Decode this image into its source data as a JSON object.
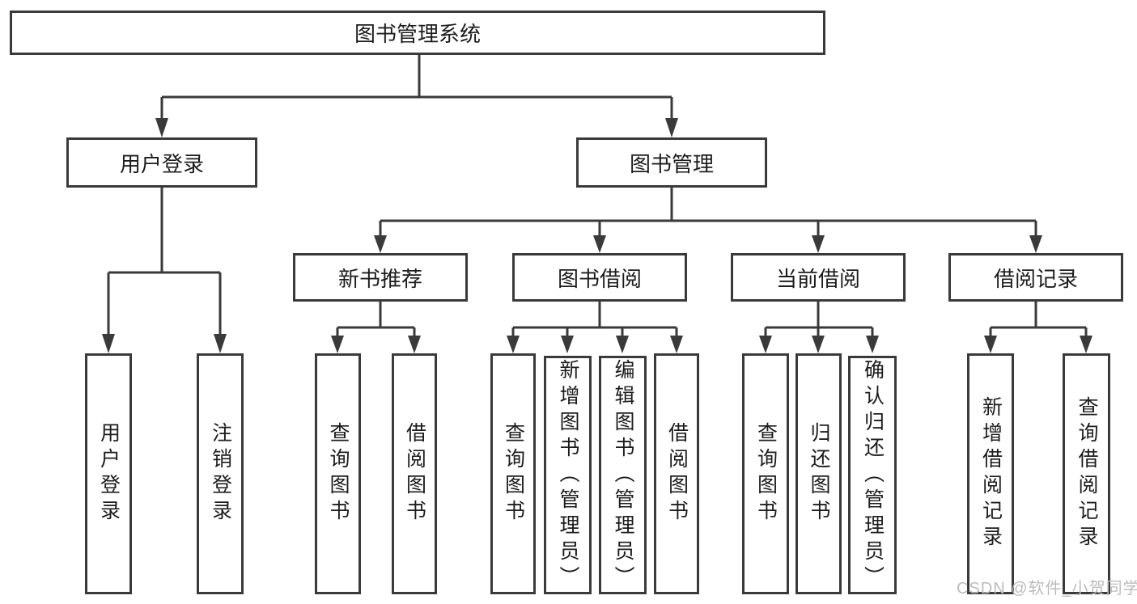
{
  "tree": {
    "root": "图书管理系统",
    "user_login": {
      "label": "用户登录",
      "children": [
        "用户登录",
        "注销登录"
      ]
    },
    "book_management": {
      "label": "图书管理",
      "sections": [
        {
          "label": "新书推荐",
          "children": [
            "查询图书",
            "借阅图书"
          ]
        },
        {
          "label": "图书借阅",
          "children": [
            "查询图书",
            "新增图书（管理员）",
            "编辑图书（管理员）",
            "借阅图书"
          ]
        },
        {
          "label": "当前借阅",
          "children": [
            "查询图书",
            "归还图书",
            "确认归还（管理员）"
          ]
        },
        {
          "label": "借阅记录",
          "children": [
            "新增借阅记录",
            "查询借阅记录"
          ]
        }
      ]
    }
  },
  "watermark": {
    "text": "CSDN @软件_小贺同学"
  },
  "colors": {
    "line": "#3a3a3a",
    "box_border": "#3a3a3a",
    "text": "#1c1c1c",
    "watermark": "#bcbcbc",
    "background": "#ffffff"
  }
}
